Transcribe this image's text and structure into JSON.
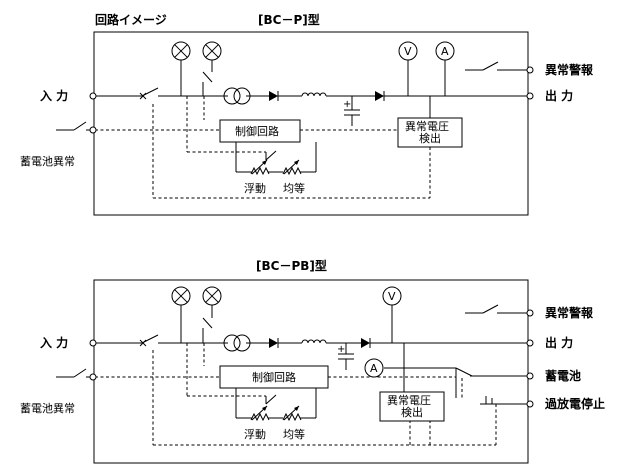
{
  "diagram1": {
    "caption": "回路イメージ",
    "title": "[BC－P]型",
    "input_label": "入 力",
    "battery_fault_label": "蓄電池異常",
    "fault_alarm_label": "異常警報",
    "output_label": "出 力",
    "control_label": "制御回路",
    "detect_label_1": "異常電圧",
    "detect_label_2": "検出",
    "float_label": "浮動",
    "equal_label": "均等",
    "meter_v": "V",
    "meter_a": "A",
    "cap_plus": "+"
  },
  "diagram2": {
    "title": "[BC－PB]型",
    "input_label": "入 力",
    "battery_fault_label": "蓄電池異常",
    "fault_alarm_label": "異常警報",
    "output_label": "出 力",
    "battery_label": "蓄電池",
    "overdischarge_label": "過放電停止",
    "control_label": "制御回路",
    "detect_label_1": "異常電圧",
    "detect_label_2": "検出",
    "float_label": "浮動",
    "equal_label": "均等",
    "meter_v": "V",
    "meter_a": "A",
    "cap_plus": "+"
  }
}
